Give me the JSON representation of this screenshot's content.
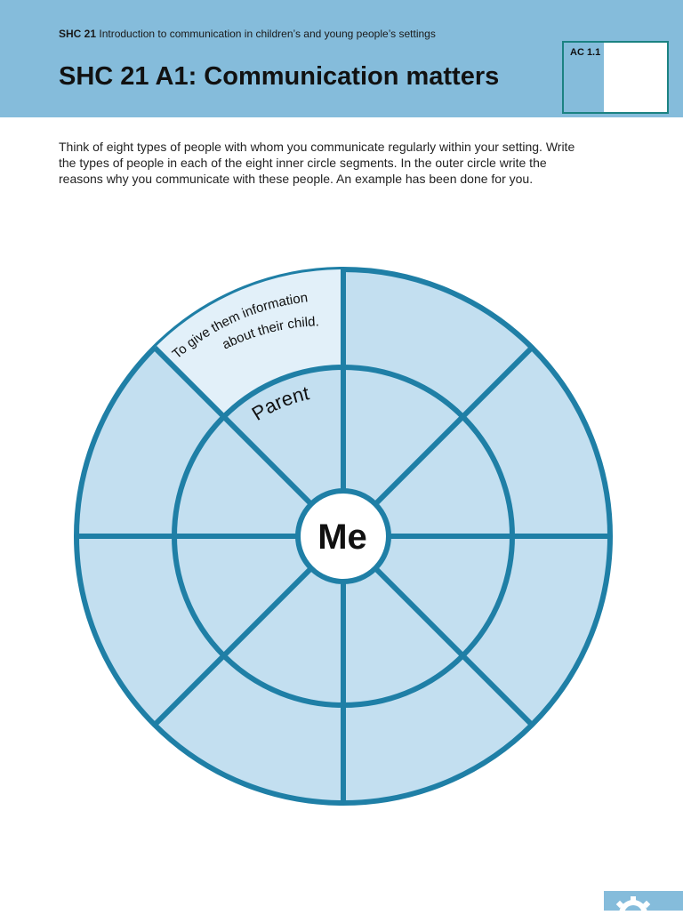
{
  "header": {
    "course_code": "SHC 21",
    "course_title": "Introduction to communication in children’s and young people’s settings",
    "page_title": "SHC 21 A1: Communication matters",
    "ac_label": "AC 1.1"
  },
  "instructions": "Think of eight types of people with whom you communicate regularly within your setting. Write the types of people in each of the eight inner circle segments. In the outer circle write the reasons why you communicate with these people. An example has been done for you.",
  "wheel": {
    "center_label": "Me",
    "example_inner_label": "Parent",
    "example_outer_line1": "To give them information",
    "example_outer_line2": "about their child."
  },
  "colors": {
    "header_band": "#85bcdb",
    "wheel_fill": "#c3dff0",
    "wheel_stroke": "#1f7fa6",
    "ac_border": "#1b8282"
  },
  "icons": {
    "corner_logo": "gear-logo-icon"
  }
}
